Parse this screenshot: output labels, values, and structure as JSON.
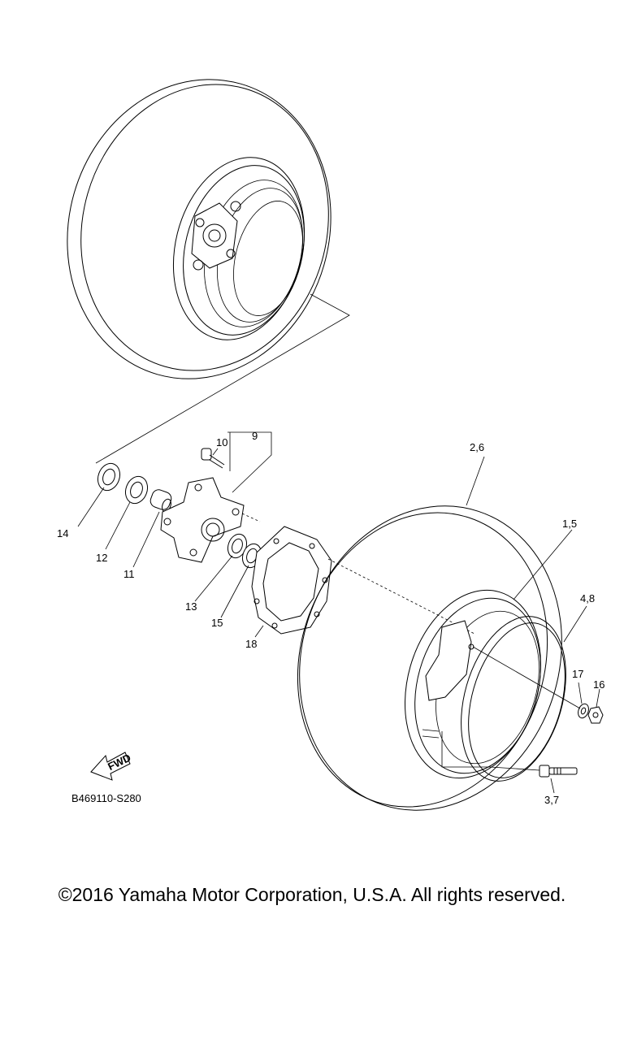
{
  "callouts": {
    "c9": "9",
    "c10": "10",
    "c14": "14",
    "c12": "12",
    "c11": "11",
    "c13": "13",
    "c15": "15",
    "c18": "18",
    "c26": "2,6",
    "c15b": "1,5",
    "c48": "4,8",
    "c17": "17",
    "c16": "16",
    "c37": "3,7"
  },
  "fwd_label": "FWD",
  "figure_code": "B469110-S280",
  "copyright": "©2016 Yamaha Motor Corporation, U.S.A. All rights reserved."
}
